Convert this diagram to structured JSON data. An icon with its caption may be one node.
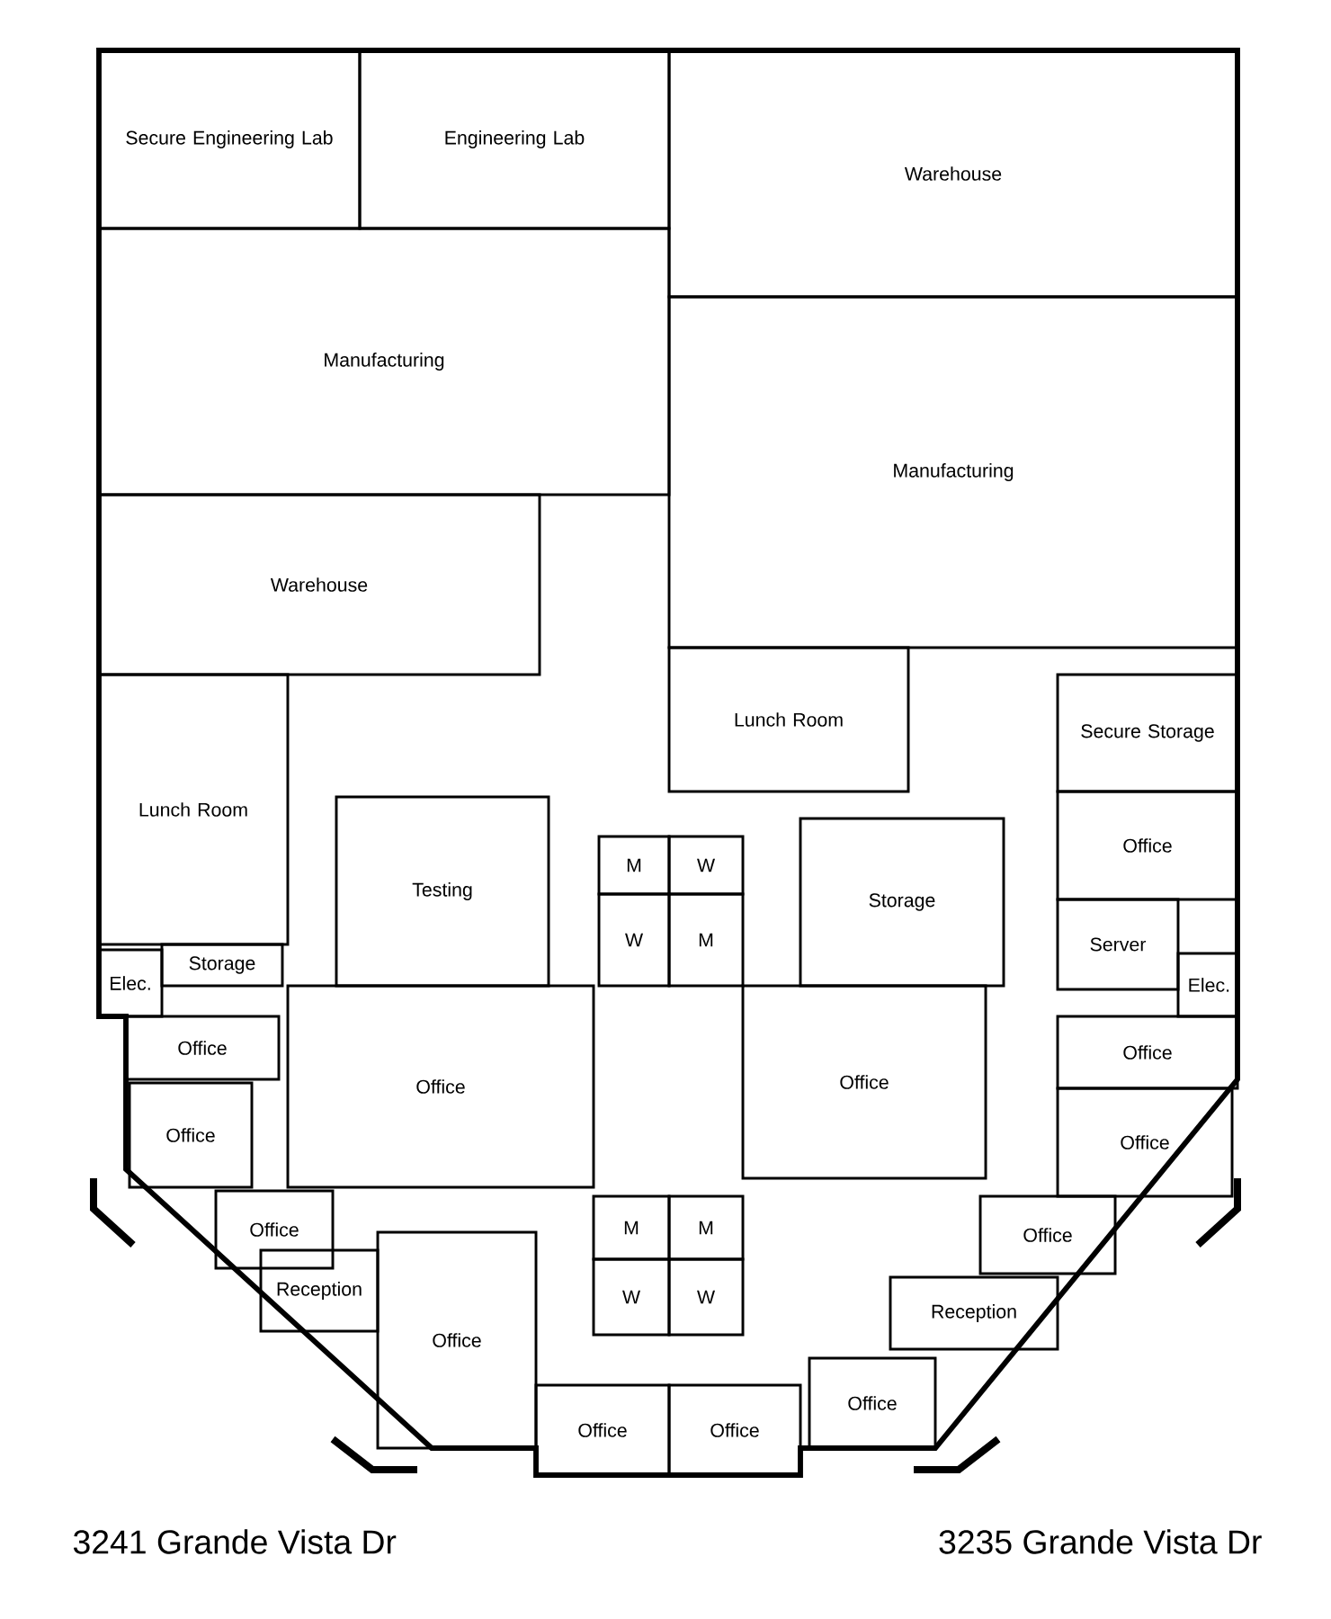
{
  "diagram": {
    "nodes": [
      {
        "text": [
          "Secure Engineering Lab"
        ]
      },
      {
        "text": [
          "Engineering Lab"
        ]
      },
      {
        "text": [
          "Warehouse"
        ]
      },
      {
        "text": [
          "Manufacturing"
        ]
      },
      {
        "text": [
          "Manufacturing"
        ]
      },
      {
        "text": [
          "Warehouse"
        ]
      },
      {
        "text": [
          "Lunch Room"
        ]
      },
      {
        "text": [
          "Secure Storage"
        ]
      },
      {
        "text": [
          "Lunch Room"
        ]
      },
      {
        "text": [
          "Office"
        ]
      },
      {
        "text": [
          "Testing"
        ]
      },
      {
        "text": [
          "M"
        ]
      },
      {
        "text": [
          "W"
        ]
      },
      {
        "text": [
          "W"
        ]
      },
      {
        "text": [
          "M"
        ]
      },
      {
        "text": [
          "Storage"
        ]
      },
      {
        "text": [
          "Server"
        ]
      },
      {
        "text": [
          "Elec."
        ]
      },
      {
        "text": [
          "Storage"
        ]
      },
      {
        "text": [
          "Elec."
        ]
      },
      {
        "text": [
          "Office"
        ]
      },
      {
        "text": [
          "Office"
        ]
      },
      {
        "text": [
          "Office"
        ]
      },
      {
        "text": [
          "Office"
        ]
      },
      {
        "text": [
          "Office"
        ]
      },
      {
        "text": [
          "Office"
        ]
      },
      {
        "text": [
          "Office"
        ]
      },
      {
        "text": [
          "M"
        ]
      },
      {
        "text": [
          "M"
        ]
      },
      {
        "text": [
          "W"
        ]
      },
      {
        "text": [
          "W"
        ]
      },
      {
        "text": [
          "Office"
        ]
      },
      {
        "text": [
          "Reception"
        ]
      },
      {
        "text": [
          "Reception"
        ]
      },
      {
        "text": [
          "Office"
        ]
      },
      {
        "text": [
          "Office"
        ]
      },
      {
        "text": [
          "Office"
        ]
      },
      {
        "text": [
          "Office"
        ]
      }
    ],
    "labels": [
      "3241 Grande Vista Dr",
      "3235 Grande Vista Dr"
    ]
  }
}
